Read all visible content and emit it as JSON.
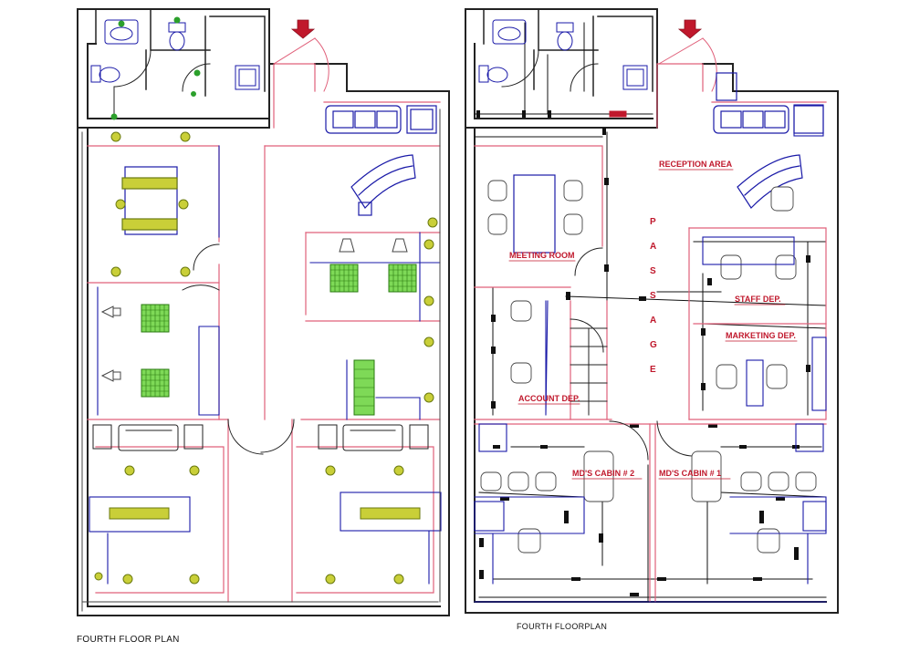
{
  "captions": {
    "left_plan": "FOURTH FLOOR PLAN",
    "right_plan": "FOURTH FLOORPLAN"
  },
  "rooms": {
    "reception": "RECEPTION AREA",
    "meeting": "MEETING ROOM",
    "staff": "STAFF DEP.",
    "marketing": "MARKETING DEP.",
    "account": "ACCOUNT DEP.",
    "md_cabin_2": "MD'S CABIN # 2",
    "md_cabin_1": "MD'S CABIN # 1"
  },
  "passage_letters": [
    "P",
    "A",
    "S",
    "S",
    "A",
    "G",
    "E"
  ],
  "colors": {
    "wall": "#222222",
    "partition": "#e0607a",
    "furniture": "#1a1aa8",
    "fixture": "#2ca02c",
    "light": "#7a8a10",
    "label": "#c0182c",
    "entry_arrow": "#c0182c"
  },
  "icons": {
    "entry": "arrow-down-icon",
    "toilet": "toilet-icon",
    "washbasin": "washbasin-icon",
    "ceiling_light": "ceiling-light-icon",
    "chair": "chair-icon"
  }
}
